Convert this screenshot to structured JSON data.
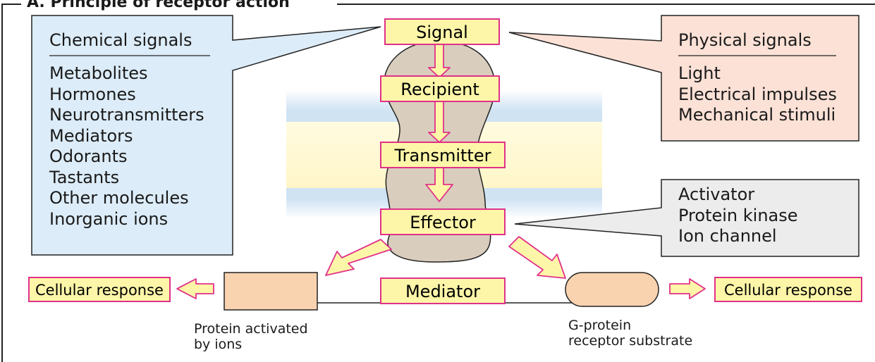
{
  "panel": {
    "title": "A. Principle of receptor action"
  },
  "chemical_signals": {
    "heading": "Chemical signals",
    "items": [
      "Metabolites",
      "Hormones",
      "Neurotransmitters",
      "Mediators",
      "Odorants",
      "Tastants",
      "Other molecules",
      "Inorganic ions"
    ],
    "color": "#dcecf8"
  },
  "physical_signals": {
    "heading": "Physical signals",
    "items": [
      "Light",
      "Electrical impulses",
      "Mechanical stimuli"
    ],
    "color": "#fbe1d6"
  },
  "effector_examples": {
    "items": [
      "Activator",
      "Protein kinase",
      "Ion channel"
    ],
    "color": "#ececec"
  },
  "receptor": {
    "stages": [
      "Signal",
      "Recipient",
      "Transmitter",
      "Effector"
    ],
    "body_color": "#d9cdbd",
    "label_fill": "#fdf6a8",
    "label_stroke": "#e0308a"
  },
  "membrane_color": "#cfe3f3",
  "responses": {
    "mediator": "Mediator",
    "cellular_response_left": "Cellular response",
    "cellular_response_right": "Cellular response",
    "protein_activated": [
      "Protein activated",
      "by ions"
    ],
    "g_protein": [
      "G-protein",
      "receptor substrate"
    ],
    "target_fill": "#f9d2b0"
  }
}
